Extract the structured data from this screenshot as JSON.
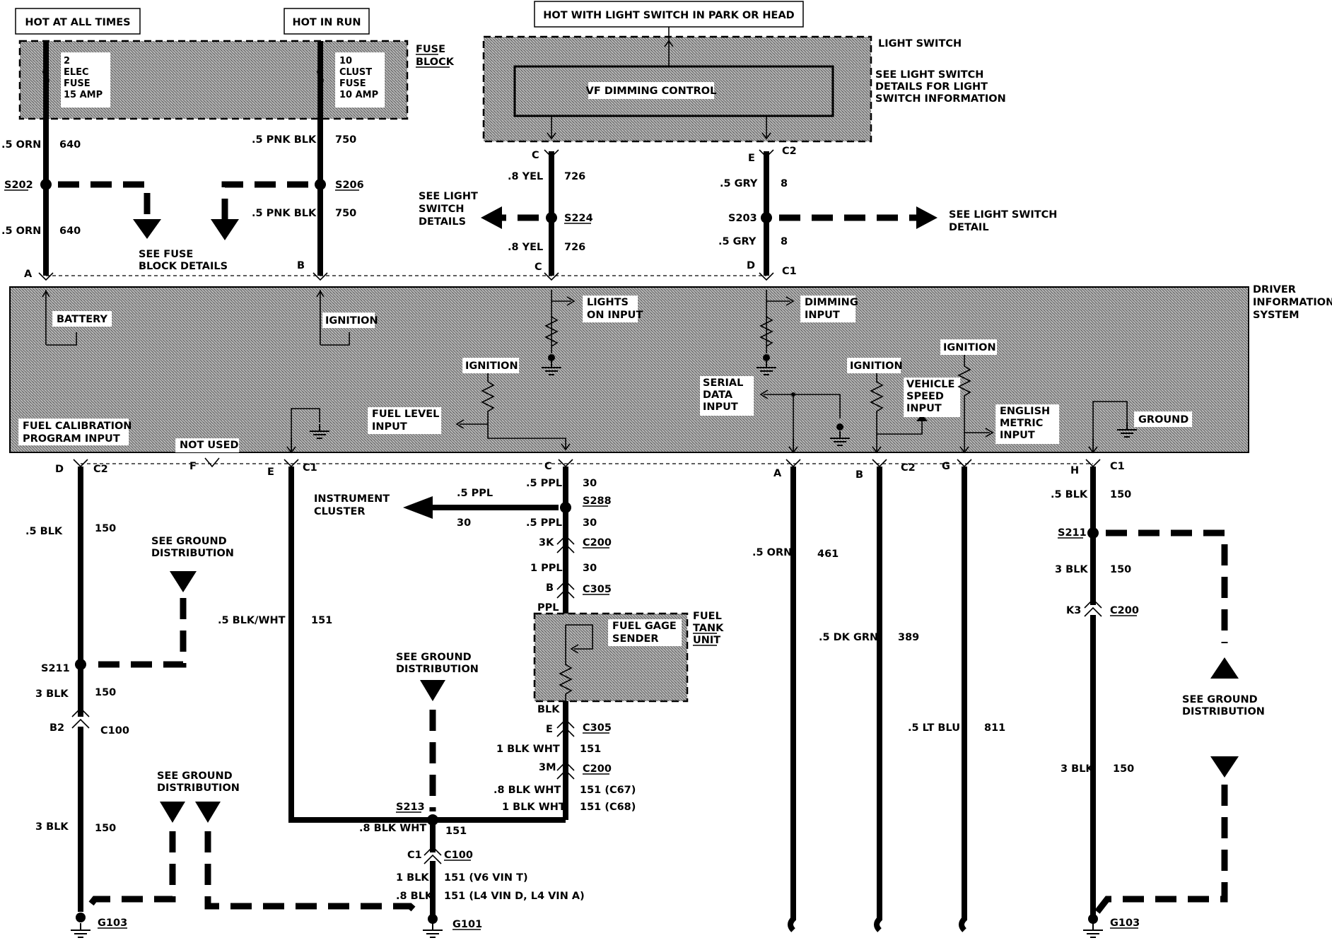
{
  "headers": {
    "hot_at_all_times": "HOT AT ALL TIMES",
    "hot_in_run": "HOT IN RUN",
    "hot_with_light_switch": "HOT WITH LIGHT SWITCH IN PARK OR HEAD"
  },
  "fuse_block": {
    "title_1": "FUSE",
    "title_2": "BLOCK",
    "fuse1": [
      "2",
      "ELEC",
      "FUSE",
      "15 AMP"
    ],
    "fuse2": [
      "10",
      "CLUST",
      "FUSE",
      "10 AMP"
    ]
  },
  "light_switch": {
    "title": "LIGHT SWITCH",
    "note": [
      "SEE LIGHT SWITCH",
      "DETAILS FOR LIGHT",
      "SWITCH INFORMATION"
    ],
    "vf_dimming": "VF DIMMING CONTROL",
    "see_details_left": [
      "SEE LIGHT",
      "SWITCH",
      "DETAILS"
    ],
    "see_detail_right": [
      "SEE LIGHT SWITCH",
      "DETAIL"
    ]
  },
  "upper_wires": {
    "w640_color": ".5 ORN",
    "w640_num": "640",
    "s202": "S202",
    "s206": "S206",
    "s224": "S224",
    "s203": "S203",
    "w750_color": ".5 PNK BLK",
    "w750_num": "750",
    "w726_color": ".8 YEL",
    "w726_num": "726",
    "w8_color": ".5 GRY",
    "w8_num": "8",
    "see_fuse": [
      "SEE FUSE",
      "BLOCK DETAILS"
    ]
  },
  "pins_top": {
    "a": "A",
    "b": "B",
    "c": "C",
    "d": "D",
    "c1": "C1",
    "c_top": "C",
    "e_top": "E",
    "c2_top": "C2"
  },
  "dis": {
    "title": [
      "DRIVER",
      "INFORMATION",
      "SYSTEM"
    ],
    "battery": "BATTERY",
    "ignition": "IGNITION",
    "lights_on": [
      "LIGHTS",
      "ON INPUT"
    ],
    "dimming": [
      "DIMMING",
      "INPUT"
    ],
    "fuel_cal": [
      "FUEL CALIBRATION",
      "PROGRAM INPUT"
    ],
    "fuel_level": [
      "FUEL LEVEL",
      "INPUT"
    ],
    "serial_data": [
      "SERIAL",
      "DATA",
      "INPUT"
    ],
    "vehicle_speed": [
      "VEHICLE",
      "SPEED",
      "INPUT"
    ],
    "english_metric": [
      "ENGLISH",
      "METRIC",
      "INPUT"
    ],
    "ground": "GROUND",
    "not_used": "NOT USED"
  },
  "pins_bottom": {
    "d": "D",
    "c2a": "C2",
    "f": "F",
    "e": "E",
    "c1a": "C1",
    "c": "C",
    "a": "A",
    "b": "B",
    "c2b": "C2",
    "g": "G",
    "h": "H",
    "c1b": "C1"
  },
  "lower_left": {
    "w150_color": ".5 BLK",
    "w150_num": "150",
    "see_ground": [
      "SEE GROUND",
      "DISTRIBUTION"
    ],
    "s211": "S211",
    "blk3": "3 BLK",
    "n150": "150",
    "b2": "B2",
    "c100": "C100",
    "g103": "G103",
    "w151_color": ".5 BLK/WHT",
    "w151_num": "151"
  },
  "center": {
    "ppl5": ".5 PPL",
    "n30": "30",
    "instrument_cluster": [
      "INSTRUMENT",
      "CLUSTER"
    ],
    "s288": "S288",
    "k3": "3K",
    "c200": "C200",
    "ppl1": "1 PPL",
    "b": "B",
    "c305": "C305",
    "ppl": "PPL",
    "fuel_gage": [
      "FUEL GAGE",
      "SENDER"
    ],
    "fuel_tank": [
      "FUEL",
      "TANK",
      "UNIT"
    ],
    "blk": "BLK",
    "e": "E",
    "blkwht1": "1 BLK WHT",
    "n151": "151",
    "m3": "3M",
    "blkwht8": ".8 BLK WHT",
    "c67": "151 (C67)",
    "c68": "151 (C68)",
    "s213": "S213",
    "c1": "C1",
    "blk1": "1 BLK",
    "v6": "151 (V6 VIN T)",
    "blk8": ".8 BLK",
    "l4": "151 (L4 VIN D, L4 VIN A)",
    "g101": "G101"
  },
  "right_wires": {
    "orn": ".5 ORN",
    "n461": "461",
    "dkgrn": ".5 DK GRN",
    "n389": "389",
    "ltblu": ".5 LT BLU",
    "n811": "811",
    "blk5": ".5  BLK",
    "n150": "150",
    "s211": "S211",
    "blk3": "3  BLK",
    "k3": "K3",
    "c200": "C200",
    "g103": "G103"
  }
}
